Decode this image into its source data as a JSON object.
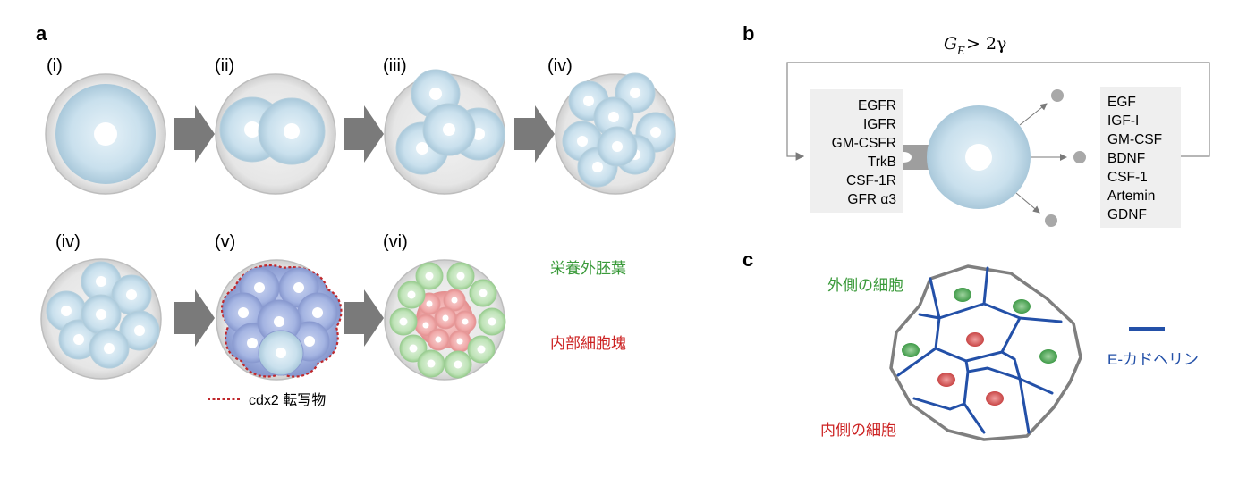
{
  "panels": {
    "a": {
      "label": "a",
      "stages_row1": [
        "(i)",
        "(ii)",
        "(iii)",
        "(iv)"
      ],
      "stages_row2": [
        "(iv)",
        "(v)",
        "(vi)"
      ],
      "legend_trophectoderm": "栄養外胚葉",
      "legend_icm": "内部細胞塊",
      "legend_cdx2": "cdx2 転写物"
    },
    "b": {
      "label": "b",
      "equation": "G_E > 2γ",
      "equation_main": "G",
      "equation_sub": "E",
      "equation_rest": " > 2γ",
      "receptors": [
        "EGFR",
        "IGFR",
        "GM-CSFR",
        "TrkB",
        "CSF-1R",
        "GFR α3"
      ],
      "ligands": [
        "EGF",
        "IGF-I",
        "GM-CSF",
        "BDNF",
        "CSF-1",
        "Artemin",
        "GDNF"
      ]
    },
    "c": {
      "label": "c",
      "outer_cells": "外側の細胞",
      "inner_cells": "内側の細胞",
      "ecadherin": "E-カドヘリン"
    }
  },
  "colors": {
    "cell_fill": "#cfe3ee",
    "cell_blue": "#9fb0de",
    "trophectoderm": "#3a9a3a",
    "icm": "#cc2222",
    "cdx2_dotted": "#c0282c",
    "ecadherin": "#2350a8",
    "arrow": "#7a7a7a"
  }
}
